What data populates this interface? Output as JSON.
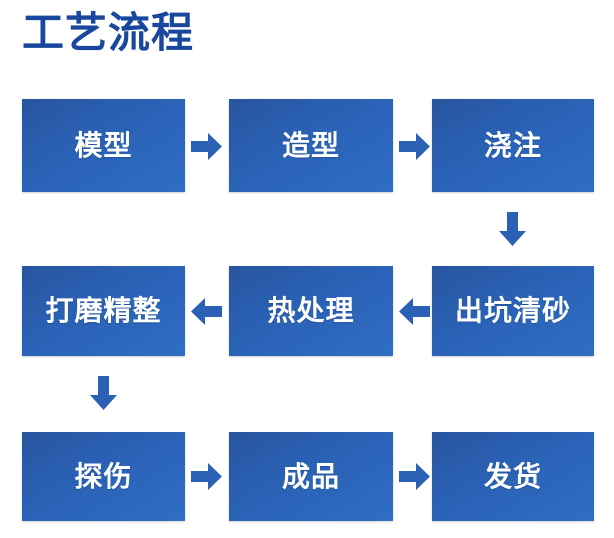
{
  "page": {
    "title": "工艺流程",
    "title_color": "#19479d",
    "background_color": "#ffffff",
    "box_color": "#2a61b5",
    "arrow_color": "#2a61b5",
    "label_color": "#ffffff"
  },
  "flow": {
    "rows": [
      {
        "row_name": "row-1",
        "direction": "left-to-right",
        "nodes": [
          {
            "id": "node-moxing",
            "label": "模型"
          },
          {
            "id": "node-zaoxing",
            "label": "造型"
          },
          {
            "id": "node-jiaozhu",
            "label": "浇注"
          }
        ],
        "connectors": [
          {
            "id": "arrow-moxing-to-zaoxing",
            "direction": "right"
          },
          {
            "id": "arrow-zaoxing-to-jiaozhu",
            "direction": "right"
          }
        ]
      },
      {
        "row_name": "row-2",
        "direction": "right-to-left",
        "nodes": [
          {
            "id": "node-damojingzheng",
            "label": "打磨精整"
          },
          {
            "id": "node-rechuli",
            "label": "热处理"
          },
          {
            "id": "node-chukengqingsha",
            "label": "出坑清砂"
          }
        ],
        "connectors": [
          {
            "id": "arrow-rechuli-to-damojingzheng",
            "direction": "left"
          },
          {
            "id": "arrow-chukengqingsha-to-rechuli",
            "direction": "left"
          }
        ]
      },
      {
        "row_name": "row-3",
        "direction": "left-to-right",
        "nodes": [
          {
            "id": "node-tanshang",
            "label": "探伤"
          },
          {
            "id": "node-chengpin",
            "label": "成品"
          },
          {
            "id": "node-fahuo",
            "label": "发货"
          }
        ],
        "connectors": [
          {
            "id": "arrow-tanshang-to-chengpin",
            "direction": "right"
          },
          {
            "id": "arrow-chengpin-to-fahuo",
            "direction": "right"
          }
        ]
      }
    ],
    "vertical_connectors": [
      {
        "id": "arrow-jiaozhu-to-chukengqingsha",
        "direction": "down",
        "column": "right"
      },
      {
        "id": "arrow-damojingzheng-to-tanshang",
        "direction": "down",
        "column": "left"
      }
    ]
  }
}
